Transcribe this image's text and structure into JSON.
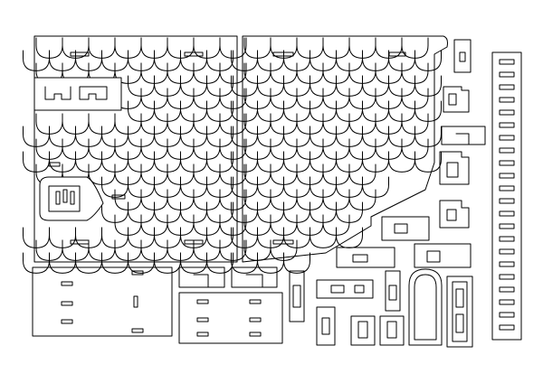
{
  "sheet": {
    "background": "#ffffff",
    "line_color": "#000000",
    "text": []
  },
  "parts": [
    {
      "id": "left-scale-panel",
      "pattern": "fish-scale"
    },
    {
      "id": "right-scale-panel",
      "pattern": "fish-scale"
    },
    {
      "id": "comb-strip",
      "pattern": "comb"
    },
    {
      "id": "base-plate-large"
    },
    {
      "id": "base-plate-small"
    },
    {
      "id": "arch-piece"
    },
    {
      "id": "slot-frame-piece"
    }
  ]
}
